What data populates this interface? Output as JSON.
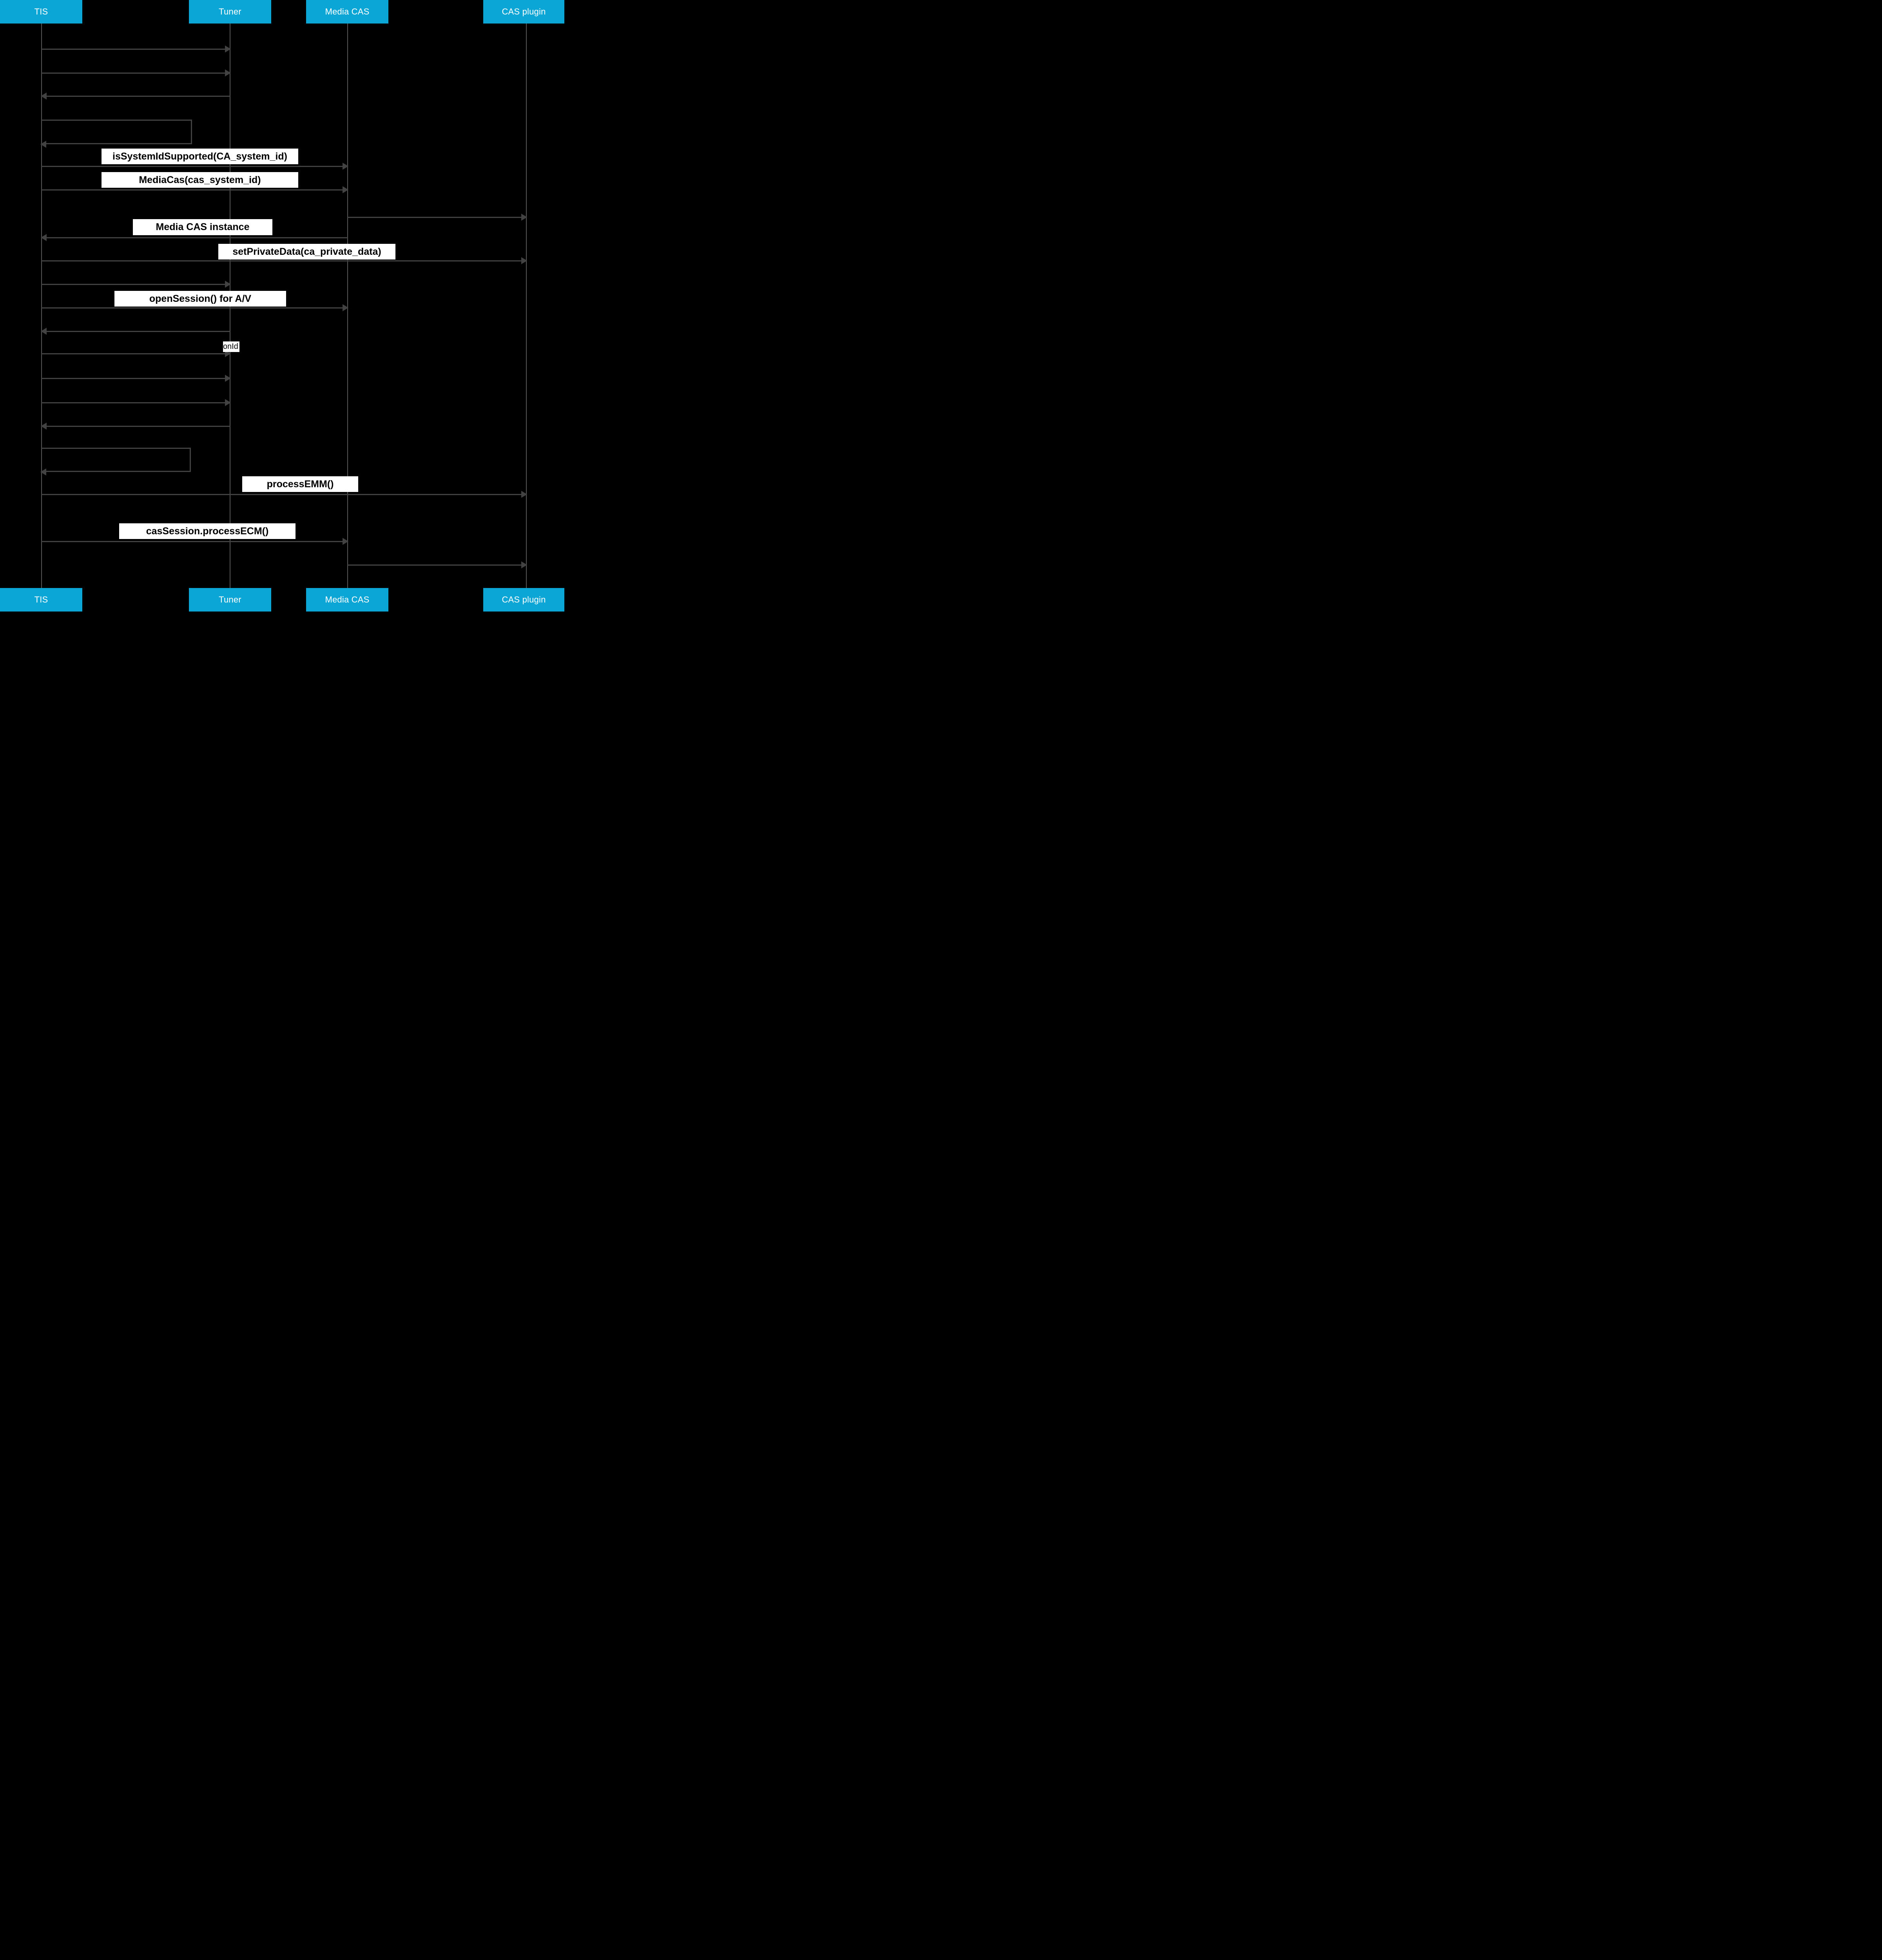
{
  "diagram_type": "sequence-diagram",
  "actors": [
    {
      "name": "TIS"
    },
    {
      "name": "Tuner"
    },
    {
      "name": "Media CAS"
    },
    {
      "name": "CAS plugin"
    }
  ],
  "colors": {
    "background": "#000000",
    "actor-bg": "#0ca6d6",
    "actor-text": "#ffffff",
    "line": "#424242",
    "lifeline": "#565656",
    "label-bg": "#ffffff",
    "label-text": "#000000"
  },
  "messages": [
    {
      "from": "TIS",
      "to": "Tuner",
      "label": ""
    },
    {
      "from": "TIS",
      "to": "Tuner",
      "label": ""
    },
    {
      "from": "Tuner",
      "to": "TIS",
      "label": ""
    },
    {
      "from": "TIS",
      "to": "TIS",
      "label": ""
    },
    {
      "from": "TIS",
      "to": "Media CAS",
      "label": "isSystemIdSupported(CA_system_id)"
    },
    {
      "from": "TIS",
      "to": "Media CAS",
      "label": "MediaCas(cas_system_id)"
    },
    {
      "from": "Media CAS",
      "to": "CAS plugin",
      "label": ""
    },
    {
      "from": "Media CAS",
      "to": "TIS",
      "label": "Media CAS instance"
    },
    {
      "from": "TIS",
      "to": "CAS plugin",
      "label": "setPrivateData(ca_private_data)"
    },
    {
      "from": "TIS",
      "to": "Tuner",
      "label": ""
    },
    {
      "from": "TIS",
      "to": "Media CAS",
      "label": "openSession() for A/V"
    },
    {
      "from": "Tuner",
      "to": "TIS",
      "label": ""
    },
    {
      "from": "TIS",
      "to": "Tuner",
      "label": "onId"
    },
    {
      "from": "TIS",
      "to": "Tuner",
      "label": ""
    },
    {
      "from": "TIS",
      "to": "Tuner",
      "label": ""
    },
    {
      "from": "Tuner",
      "to": "TIS",
      "label": ""
    },
    {
      "from": "TIS",
      "to": "TIS",
      "label": ""
    },
    {
      "from": "TIS",
      "to": "CAS plugin",
      "label": "processEMM()"
    },
    {
      "from": "TIS",
      "to": "Media CAS",
      "label": "casSession.processECM()"
    },
    {
      "from": "Media CAS",
      "to": "CAS plugin",
      "label": ""
    }
  ]
}
